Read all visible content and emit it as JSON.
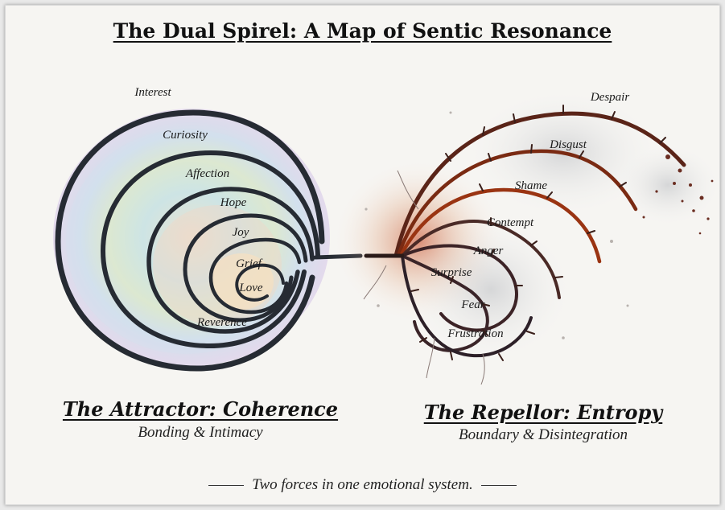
{
  "title": "The Dual Spirel: A Map of Sentic Resonance",
  "attractor": {
    "heading": "The Attractor: Coherence",
    "subtitle": "Bonding & Intimacy",
    "labels": [
      "Interest",
      "Curiosity",
      "Affection",
      "Hope",
      "Joy",
      "Grief",
      "Love",
      "Reverence"
    ]
  },
  "repellor": {
    "heading": "The Repellor: Entropy",
    "subtitle": "Boundary & Disintegration",
    "labels": [
      "Despair",
      "Disgust",
      "Shame",
      "Contempt",
      "Anger",
      "Surprise",
      "Fear",
      "Frustration"
    ]
  },
  "footer": "Two forces in one emotional system."
}
